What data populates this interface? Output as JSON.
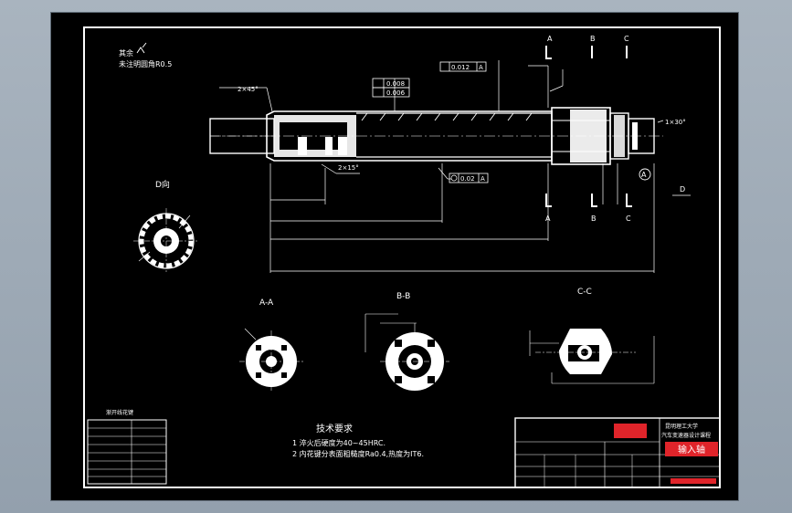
{
  "drawing": {
    "note_label": "其余",
    "note_fillet": "未注明圆角R0.5",
    "view_d": "D向",
    "section_aa": "A-A",
    "section_bb": "B-B",
    "section_cc": "C-C",
    "cut_a": "A",
    "cut_b": "B",
    "cut_c": "C",
    "cut_d": "D",
    "datum_a": "A",
    "chamfer_left": "2×45°",
    "chamfer_mid": "2×15°",
    "chamfer_right": "1×30°",
    "tol_parallel": "0.008",
    "tol_flat": "0.006",
    "tol_runout": "0.012",
    "tol_concentric": "0.02",
    "tech_title": "技术要求",
    "tech_req_1": "1 淬火后硬度为40~45HRC.",
    "tech_req_2": "2 内花键分表面粗糙度Ra0.4,热度为IT6.",
    "param_table_title": "渐开线花键",
    "title_company_1": "昆明理工大学",
    "title_company_2": "汽车变速器设计课程",
    "part_name": "输入轴"
  },
  "colors": {
    "background": "#9aa6b2",
    "sheet": "#000000",
    "lines": "#ffffff",
    "part_name_box": "#e0242a"
  }
}
